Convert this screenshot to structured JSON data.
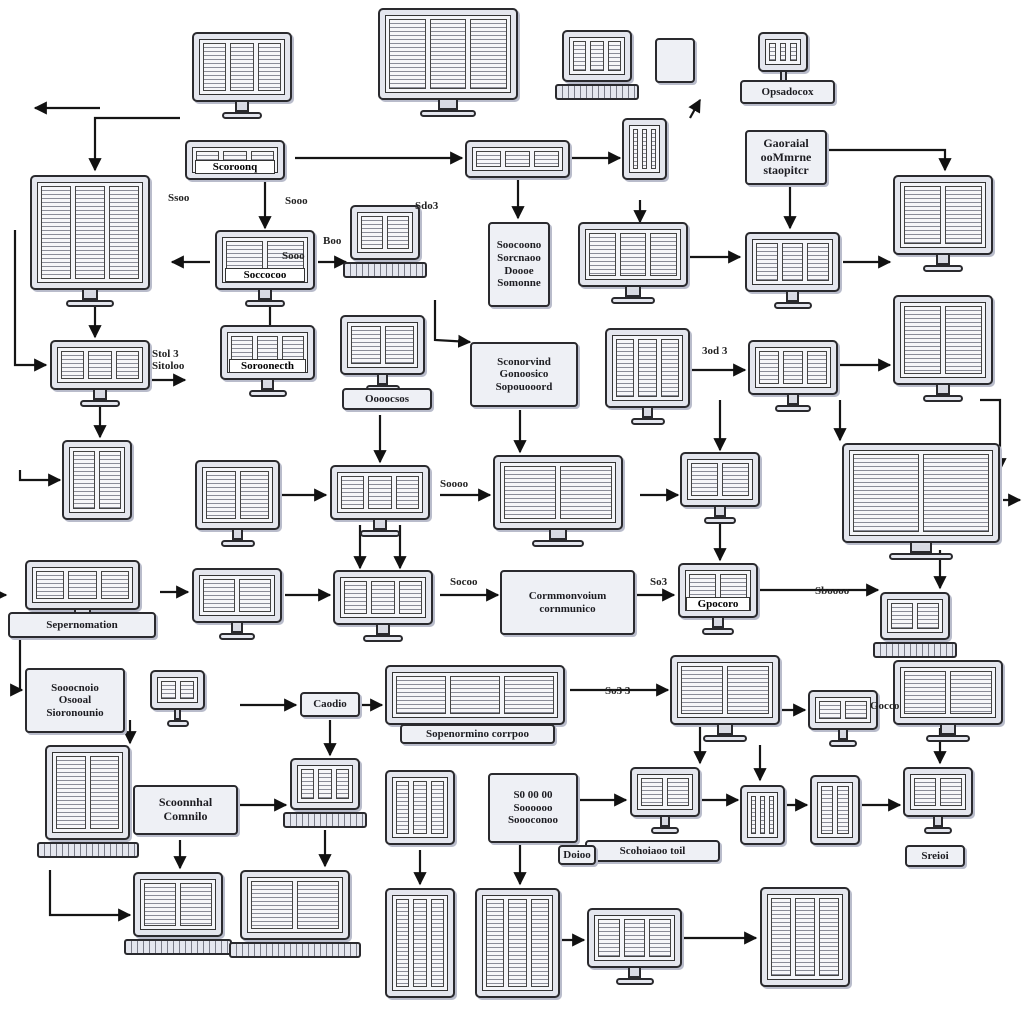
{
  "diagram": {
    "labels": {
      "opsadocox": "Opsadocox",
      "gaoraial": "Gaoraial\nooMmrne\nstaopitcr",
      "scoroonq": "Scoroonq",
      "soccocoo": "Soccocoo",
      "soroonecth": "Soroonecth",
      "soocoono": "Soocoono\nSorcnaoo\nDoooe\nSomonne",
      "sconorvind": "Sconorvind\nGonoosico\nSopouooord",
      "oooocsos": "Oooocsos",
      "sepernomation": "Sepernomation",
      "cormmonvoium": "Cormmonvoium\ncornmunico",
      "gpocoro": "Gpocoro",
      "sooocnoio": "Sooocnoio\nOsooal\nSioronounio",
      "caodio": "Caodio",
      "sopenormino": "Sopenormino corrpoo",
      "scoonnhal": "Scoonnhal\nComnilo",
      "s000000": "S0 00 00\nSoooooo\nSoooconoo",
      "scohoiaoo": "Scohoiaoo toil",
      "doioo": "Doioo",
      "sreioi": "Sreioi",
      "stoloo": "Stol 3\nSitoloo",
      "cap_1": "Sooo",
      "cap_2": "Boo",
      "cap_3": "Sdo3",
      "cap_4": "Soooo",
      "cap_5": "Socoo",
      "cap_6": "So3",
      "cap_7": "Sboooo",
      "cap_8": "Gocco",
      "cap_9": "Ssoo",
      "cap_10": "Sooo",
      "cap_11": "3od 3",
      "cap_12": "So3 3"
    }
  }
}
